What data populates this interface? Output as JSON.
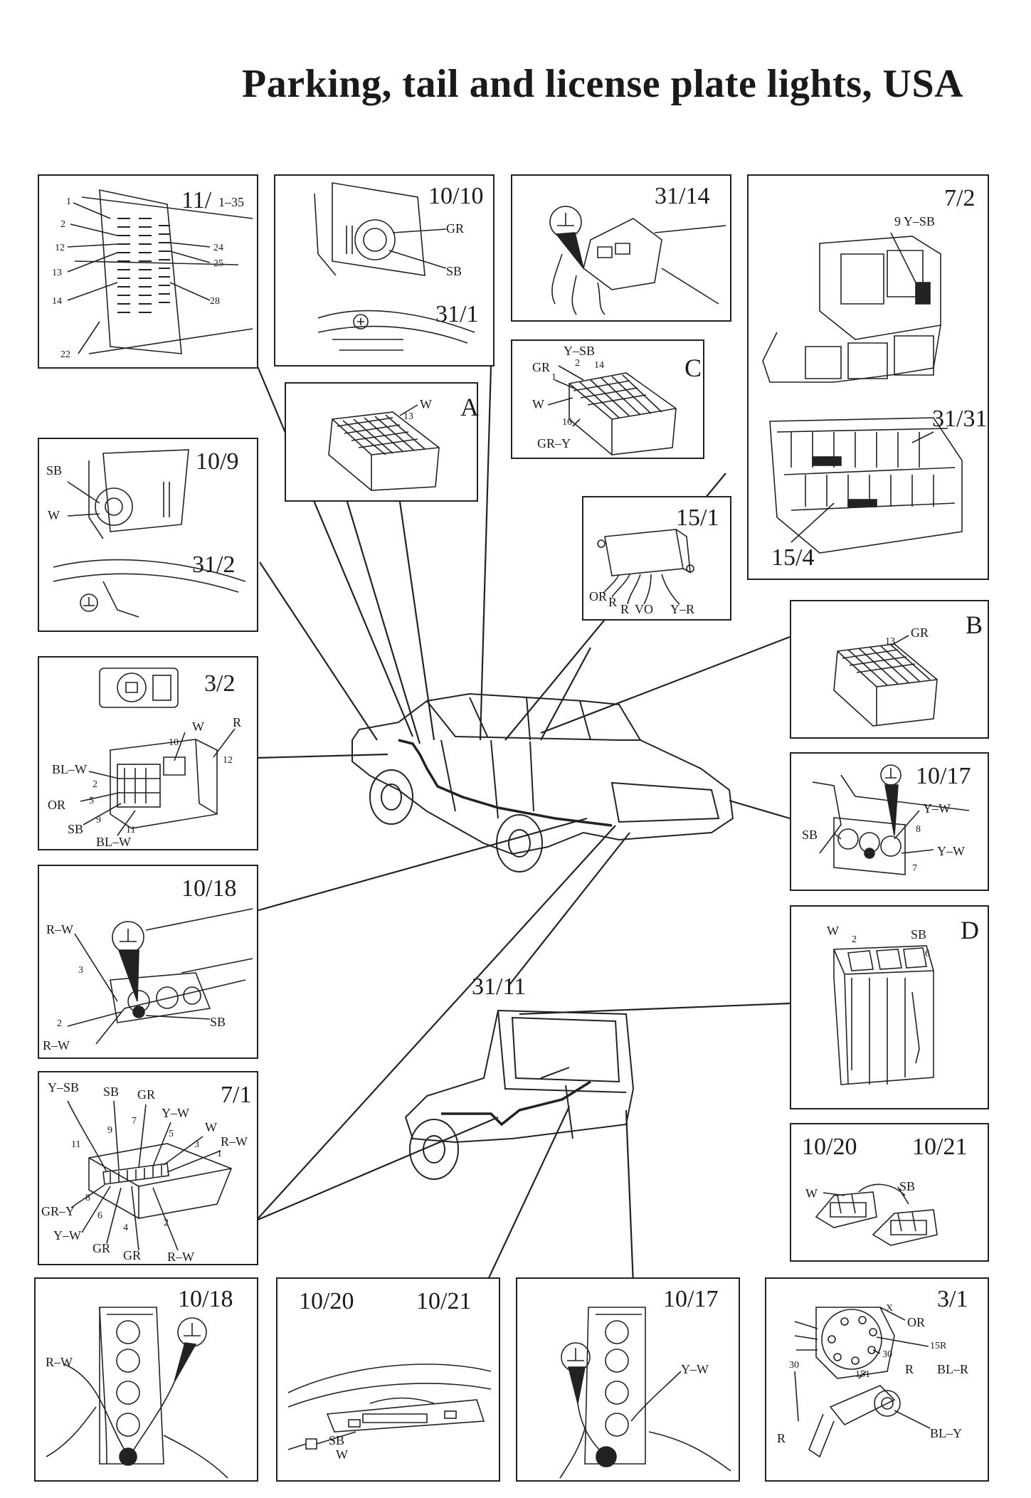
{
  "title": "Parking, tail and license plate lights, USA",
  "panels": {
    "p11": {
      "ref": "11/",
      "range": "1–35",
      "pins": [
        "1",
        "2",
        "12",
        "13",
        "14",
        "22",
        "24",
        "25",
        "28"
      ]
    },
    "p1010": {
      "ref": "10/10",
      "ref2": "31/1",
      "wires": [
        "GR",
        "SB"
      ]
    },
    "pA": {
      "ref": "A",
      "pin": "13",
      "wire": "W"
    },
    "p3114": {
      "ref": "31/14"
    },
    "pC": {
      "ref": "C",
      "wires": [
        "Y–SB",
        "GR",
        "W",
        "GR–Y"
      ],
      "pins": [
        "2",
        "1",
        "14",
        "16"
      ]
    },
    "p72": {
      "ref": "7/2",
      "label": "9 Y–SB",
      "ref2": "31/31",
      "ref3": "15/4"
    },
    "p109": {
      "ref": "10/9",
      "ref2": "31/2",
      "wires": [
        "SB",
        "W"
      ]
    },
    "p151": {
      "ref": "15/1",
      "wires": [
        "OR",
        "R",
        "R",
        "VO",
        "Y–R"
      ]
    },
    "p32": {
      "ref": "3/2",
      "wires": [
        "W",
        "R",
        "BL–W",
        "OR",
        "SB",
        "BL–W"
      ],
      "pins": [
        "10",
        "12",
        "2",
        "5",
        "9",
        "11"
      ]
    },
    "pB": {
      "ref": "B",
      "pin": "13",
      "wire": "GR"
    },
    "p1017a": {
      "ref": "10/17",
      "wires": [
        "Y–W",
        "SB",
        "Y–W"
      ],
      "pins": [
        "8",
        "7"
      ]
    },
    "p1018a": {
      "ref": "10/18",
      "wires": [
        "R–W",
        "R–W",
        "SB"
      ],
      "pins": [
        "3",
        "2"
      ]
    },
    "pD": {
      "ref": "D",
      "wires": [
        "W",
        "SB"
      ],
      "pins": [
        "2",
        "6"
      ]
    },
    "p71": {
      "ref": "7/1",
      "wires": [
        "Y–SB",
        "SB",
        "GR",
        "Y–W",
        "W",
        "R–W",
        "GR–Y",
        "Y–W",
        "GR",
        "GR",
        "R–W"
      ],
      "pins": [
        "11",
        "9",
        "7",
        "5",
        "3",
        "1",
        "8",
        "6",
        "4",
        "2"
      ]
    },
    "p1020a": {
      "ref": "10/20",
      "ref2": "10/21",
      "wires": [
        "W",
        "SB"
      ]
    },
    "car": {
      "ref": "31/11"
    },
    "p1018b": {
      "ref": "10/18",
      "wire": "R–W"
    },
    "p1020b": {
      "ref": "10/20",
      "ref2": "10/21",
      "wires": [
        "SB",
        "W"
      ]
    },
    "p1017b": {
      "ref": "10/17",
      "wire": "Y–W"
    },
    "p31": {
      "ref": "3/1",
      "labels": [
        "X",
        "OR",
        "15R",
        "30",
        "R",
        "BL–R",
        "30",
        "151",
        "R",
        "BL–Y"
      ]
    }
  }
}
